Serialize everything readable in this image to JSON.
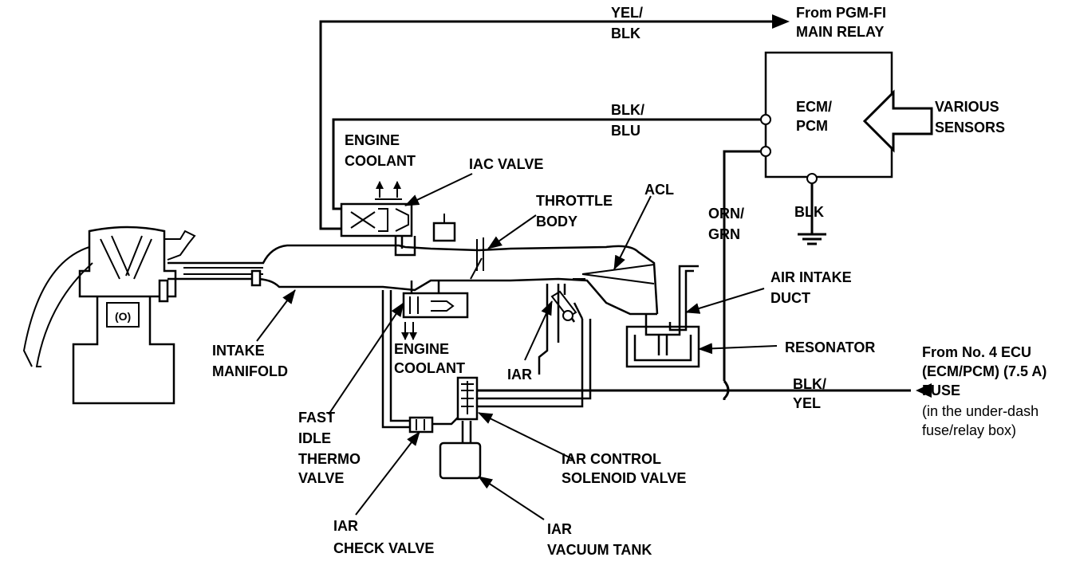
{
  "wires": {
    "top_color_1": "YEL/",
    "top_color_2": "BLK",
    "mid_color_1": "BLK/",
    "mid_color_2": "BLU",
    "vert_color_1": "ORN/",
    "vert_color_2": "GRN",
    "ground_color": "BLK",
    "fuse_color_1": "BLK/",
    "fuse_color_2": "YEL"
  },
  "sources": {
    "relay_1": "From PGM-FI",
    "relay_2": "MAIN RELAY",
    "sensors_1": "VARIOUS",
    "sensors_2": "SENSORS",
    "fuse_1": "From No. 4 ECU",
    "fuse_2": "(ECM/PCM) (7.5 A)",
    "fuse_3": "FUSE",
    "fuse_4": "(in the under-dash",
    "fuse_5": "fuse/relay box)"
  },
  "ecm": {
    "line_1": "ECM/",
    "line_2": "PCM"
  },
  "components": {
    "coolant_top_1": "ENGINE",
    "coolant_top_2": "COOLANT",
    "iac_valve": "IAC VALVE",
    "throttle_1": "THROTTLE",
    "throttle_2": "BODY",
    "acl": "ACL",
    "air_intake_1": "AIR INTAKE",
    "air_intake_2": "DUCT",
    "resonator": "RESONATOR",
    "intake_manifold_1": "INTAKE",
    "intake_manifold_2": "MANIFOLD",
    "coolant_bottom_1": "ENGINE",
    "coolant_bottom_2": "COOLANT",
    "iar": "IAR",
    "fast_idle_1": "FAST",
    "fast_idle_2": "IDLE",
    "fast_idle_3": "THERMO",
    "fast_idle_4": "VALVE",
    "iar_control_1": "IAR CONTROL",
    "iar_control_2": "SOLENOID VALVE",
    "iar_check_1": "IAR",
    "iar_check_2": "CHECK VALVE",
    "iar_tank_1": "IAR",
    "iar_tank_2": "VACUUM TANK"
  }
}
